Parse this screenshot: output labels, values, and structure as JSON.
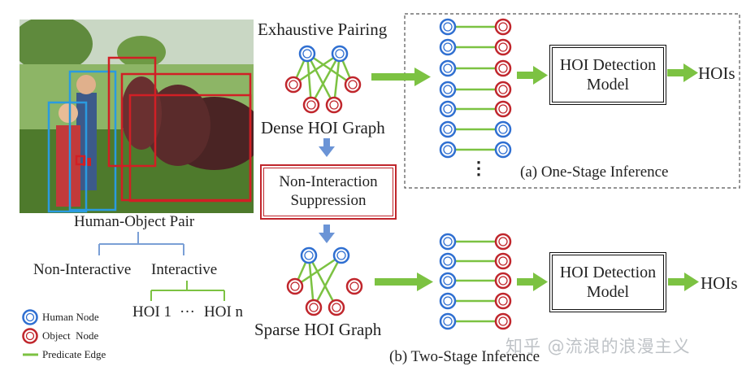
{
  "photo": {
    "description_icon": "children-feeding-cattle-photo"
  },
  "labels": {
    "exhaustive_pairing": "Exhaustive Pairing",
    "dense_graph": "Dense HOI Graph",
    "non_interaction_suppression_line1": "Non-Interaction",
    "non_interaction_suppression_line2": "Suppression",
    "sparse_graph": "Sparse HOI Graph",
    "human_object_pair": "Human-Object Pair",
    "non_interactive": "Non-Interactive",
    "interactive": "Interactive",
    "hoi_1": "HOI 1",
    "ellipsis": "···",
    "hoi_n": "HOI n",
    "vertical_dots": "⋮",
    "one_stage": "(a) One-Stage Inference",
    "two_stage": "(b) Two-Stage Inference",
    "model_top_line1": "HOI Detection",
    "model_top_line2": "Model",
    "model_bottom_line1": "HOI Detection",
    "model_bottom_line2": "Model",
    "hois_top": "HOIs",
    "hois_bottom": "HOIs"
  },
  "legend": {
    "human_node": "Human Node",
    "object_node": "Object  Node",
    "predicate_edge": "Predicate Edge"
  },
  "watermark": "知乎 @流浪的浪漫主义",
  "colors": {
    "human_node": "#2f6fd1",
    "object_node": "#c0262c",
    "edge": "#7cc242",
    "arrow_blue": "#6b94d6",
    "tree_blue": "#7a9fd6",
    "tree_green": "#7cc242",
    "red_box": "#c0262c"
  }
}
